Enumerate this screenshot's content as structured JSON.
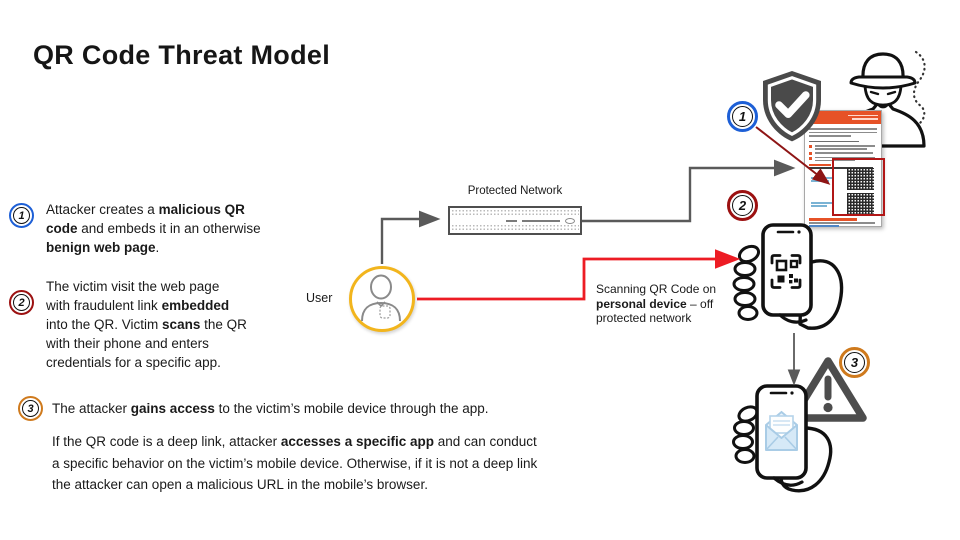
{
  "title": "QR Code Threat Model",
  "steps": [
    {
      "badge": "1",
      "segments": [
        {
          "t": "Attacker creates a "
        },
        {
          "t": "malicious QR",
          "b": true
        },
        {
          "br": true
        },
        {
          "t": "code",
          "b": true
        },
        {
          "t": " and embeds it in an otherwise"
        },
        {
          "br": true
        },
        {
          "t": "benign web page",
          "b": true
        },
        {
          "t": "."
        }
      ]
    },
    {
      "badge": "2",
      "segments": [
        {
          "t": "The victim visit the web page"
        },
        {
          "br": true
        },
        {
          "t": "with fraudulent link "
        },
        {
          "t": "embedded",
          "b": true
        },
        {
          "br": true
        },
        {
          "t": "into the QR. Victim "
        },
        {
          "t": "scans",
          "b": true
        },
        {
          "t": " the QR"
        },
        {
          "br": true
        },
        {
          "t": "with their phone and enters"
        },
        {
          "br": true
        },
        {
          "t": "credentials for a specific app."
        }
      ]
    },
    {
      "badge": "3",
      "segments": [
        {
          "t": "The attacker "
        },
        {
          "t": "gains access",
          "b": true
        },
        {
          "t": " to the victim’s mobile device through the app."
        }
      ]
    }
  ],
  "closing": {
    "segments": [
      {
        "t": "If the QR code is a deep link, attacker "
      },
      {
        "t": "accesses a specific app",
        "b": true
      },
      {
        "t": " and can conduct"
      },
      {
        "br": true
      },
      {
        "t": "a specific behavior on the victim’s mobile device. Otherwise, if it is not a deep link"
      },
      {
        "br": true
      },
      {
        "t": "the attacker can open a malicious URL in the mobile’s browser."
      }
    ]
  },
  "diagram": {
    "user_label": "User",
    "network_label": "Protected Network",
    "scan_label": {
      "segments": [
        {
          "t": "Scanning QR Code on"
        },
        {
          "br": true
        },
        {
          "t": "personal device",
          "b": true
        },
        {
          "t": " – off"
        },
        {
          "br": true
        },
        {
          "t": "protected network"
        }
      ]
    },
    "badge1": "1",
    "badge2": "2",
    "badge3": "3"
  },
  "icons": [
    "user-person-icon",
    "shield-check-icon",
    "spy-attacker-icon",
    "flyer-document",
    "qr-phone-in-hand-icon",
    "envelope-phone-in-hand-icon",
    "warning-triangle-icon"
  ],
  "colors": {
    "step1_ring": "#1d5fd6",
    "step2_ring": "#9c1111",
    "step3_ring": "#cf7a1d",
    "red_arrow": "#ed1c24",
    "dark_red_arrow": "#8e1515",
    "gray_arrow": "#5a5a5a",
    "user_circle": "#f2b51d",
    "flyer_header": "#e65227",
    "highlight_box": "#b11616"
  }
}
